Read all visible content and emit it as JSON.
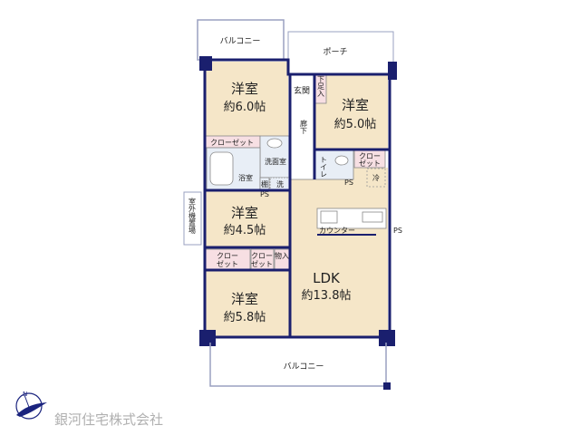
{
  "colors": {
    "wall": "#1a1f6e",
    "room": "#f5e6c8",
    "closet": "#f7dfe3",
    "wet": "#e8eef6",
    "logo_text": "#b0b0b0",
    "logo_mark": "#1a237e"
  },
  "rooms": {
    "balcony_top": "バルコニー",
    "porch": "ポーチ",
    "western_1": {
      "name": "洋室",
      "size": "約6.0帖"
    },
    "western_2": {
      "name": "洋室",
      "size": "約5.0帖"
    },
    "western_3": {
      "name": "洋室",
      "size": "約4.5帖"
    },
    "western_4": {
      "name": "洋室",
      "size": "約5.8帖"
    },
    "ldk": {
      "name": "LDK",
      "size": "約13.8帖"
    },
    "entrance": "玄関",
    "shoe_box": "下足入",
    "hallway": "廊下",
    "closet_1": "クローゼット",
    "closet_2": [
      "クロー",
      "ゼット"
    ],
    "closet_3": [
      "クロー",
      "ゼット"
    ],
    "closet_4": [
      "クロー",
      "ゼット"
    ],
    "storage": "物入",
    "washroom": "洗面室",
    "bath": "浴室",
    "shelf": "棚",
    "washer": "洗",
    "toilet": "トイレ",
    "fridge": "冷",
    "counter": "カウンター",
    "ps_1": "PS",
    "ps_2": "PS",
    "ps_3": "PS",
    "outdoor_unit": "室外機置場",
    "balcony_bottom": "バルコニー"
  },
  "logo": {
    "company": "銀河住宅株式会社",
    "compass": "N"
  }
}
